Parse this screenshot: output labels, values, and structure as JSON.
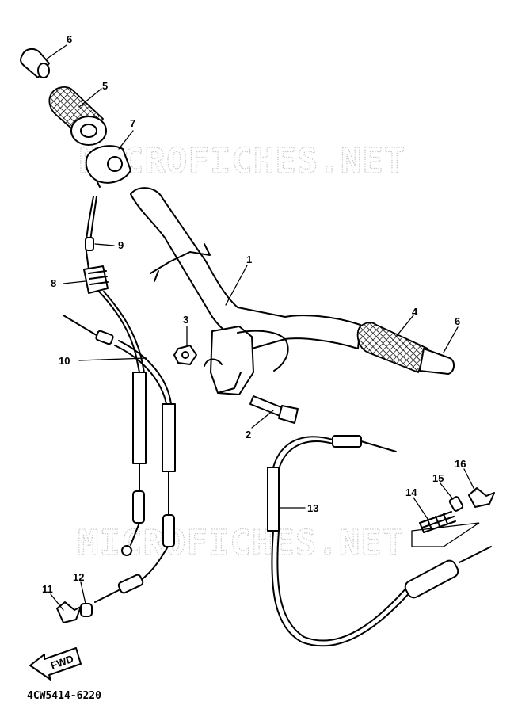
{
  "watermark": "MICROFICHES.NET",
  "diagram_code": "4CW5414-6220",
  "fwd_label": "FWD",
  "callouts": [
    {
      "id": "callout-1",
      "text": "1"
    },
    {
      "id": "callout-2",
      "text": "2"
    },
    {
      "id": "callout-3",
      "text": "3"
    },
    {
      "id": "callout-4",
      "text": "4"
    },
    {
      "id": "callout-5",
      "text": "5"
    },
    {
      "id": "callout-6-top",
      "text": "6"
    },
    {
      "id": "callout-6-right",
      "text": "6"
    },
    {
      "id": "callout-7",
      "text": "7"
    },
    {
      "id": "callout-8",
      "text": "8"
    },
    {
      "id": "callout-9",
      "text": "9"
    },
    {
      "id": "callout-10",
      "text": "10"
    },
    {
      "id": "callout-11",
      "text": "11"
    },
    {
      "id": "callout-12",
      "text": "12"
    },
    {
      "id": "callout-13",
      "text": "13"
    },
    {
      "id": "callout-14",
      "text": "14"
    },
    {
      "id": "callout-15",
      "text": "15"
    },
    {
      "id": "callout-16",
      "text": "16"
    }
  ]
}
